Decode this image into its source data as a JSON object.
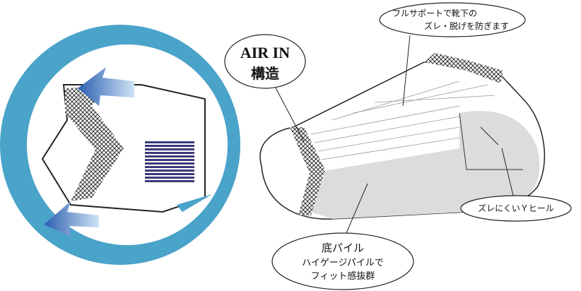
{
  "callouts": {
    "air_in_title": "AIR IN",
    "air_in_sub": "構造",
    "support_line1": "フルサポートで靴下の",
    "support_line2": "ズレ・脱げを防ぎます",
    "y_heel": "ズレにくいＹヒール",
    "sole_title": "底パイル",
    "sole_line1": "ハイゲージパイルで",
    "sole_line2": "フィット感抜群"
  },
  "colors": {
    "circle": "#4aa3c9",
    "arrow": "#2f6fb8",
    "sole": "#dcdcdc"
  }
}
